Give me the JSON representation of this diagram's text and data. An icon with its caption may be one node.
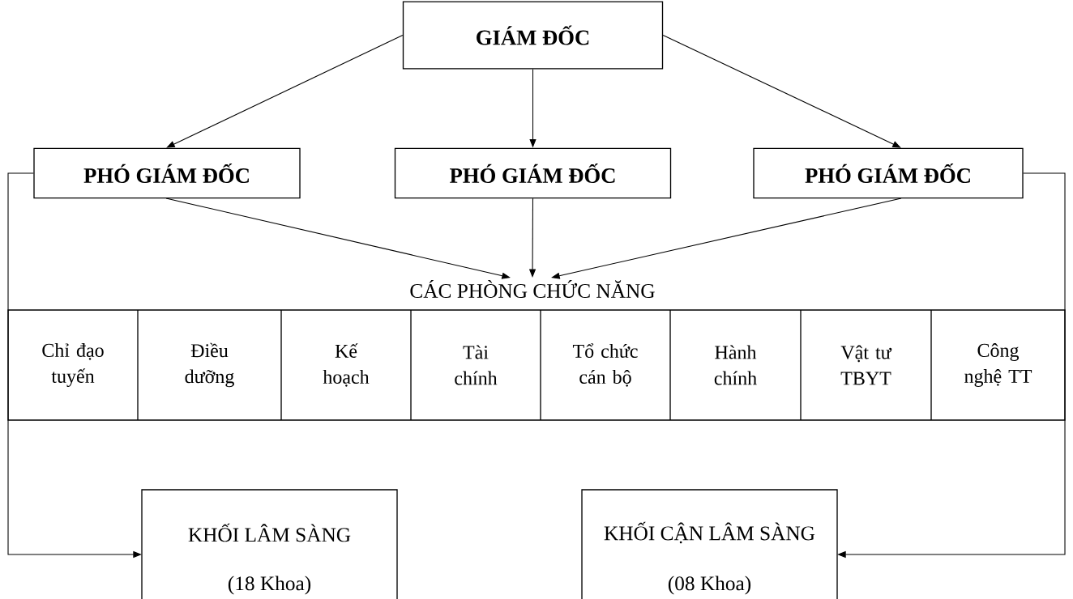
{
  "diagram": {
    "nodes": [
      {
        "text": [
          "GIÁM ĐỐC"
        ]
      },
      {
        "text": [
          "PHÓ GIÁM ĐỐC"
        ]
      },
      {
        "text": [
          "PHÓ GIÁM ĐỐC"
        ]
      },
      {
        "text": [
          "PHÓ GIÁM ĐỐC"
        ]
      },
      {
        "text": [
          "CÁC PHÒNG CHỨC NĂNG"
        ]
      },
      {
        "text": [
          "Chỉ đạo tuyến"
        ],
        "in": 4
      },
      {
        "text": [
          "Điều dưỡng"
        ],
        "in": 4
      },
      {
        "text": [
          "Kế hoạch"
        ],
        "in": 4
      },
      {
        "text": [
          "Tài chính"
        ],
        "in": 4
      },
      {
        "text": [
          "Tổ chức cán bộ"
        ],
        "in": 4
      },
      {
        "text": [
          "Hành chính"
        ],
        "in": 4
      },
      {
        "text": [
          "Vật tư TBYT"
        ],
        "in": 4
      },
      {
        "text": [
          "Công nghệ TT"
        ],
        "in": 4
      },
      {
        "text": [
          "KHỐI LÂM SÀNG",
          "(18 Khoa)"
        ]
      },
      {
        "text": [
          "KHỐI CẬN LÂM SÀNG",
          "(08 Khoa)"
        ]
      }
    ],
    "edges": [
      {
        "from": 0,
        "to": 1,
        "arrow": "to"
      },
      {
        "from": 0,
        "to": 2,
        "arrow": "to"
      },
      {
        "from": 0,
        "to": 3,
        "arrow": "to"
      },
      {
        "from": 1,
        "to": 4,
        "arrow": "to"
      },
      {
        "from": 2,
        "to": 4,
        "arrow": "to"
      },
      {
        "from": 3,
        "to": 4,
        "arrow": "to"
      },
      {
        "from": 1,
        "to": 13,
        "arrow": "to"
      },
      {
        "from": 3,
        "to": 14,
        "arrow": "to"
      }
    ]
  }
}
